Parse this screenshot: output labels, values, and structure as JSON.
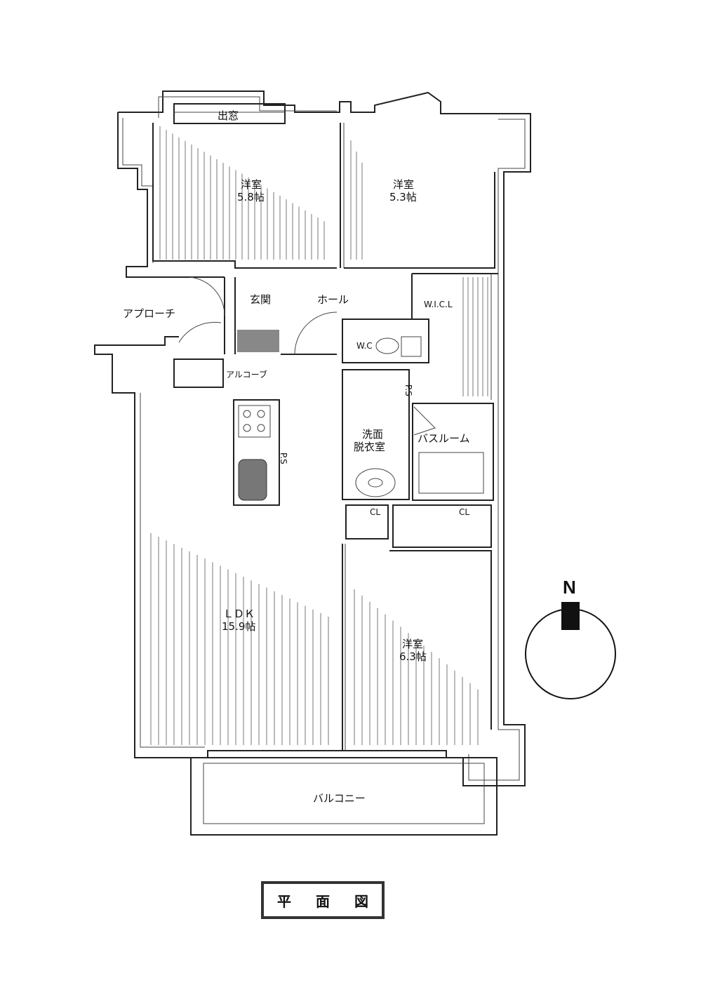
{
  "plan_title": "平 面 図",
  "compass": {
    "label": "N"
  },
  "rooms": {
    "bedroom_nw": {
      "name": "洋室",
      "size": "5.8帖"
    },
    "bedroom_ne": {
      "name": "洋室",
      "size": "5.3帖"
    },
    "bay_window": "出窓",
    "entrance": "玄関",
    "hall": "ホール",
    "approach": "アプローチ",
    "alcove": "アルコーブ",
    "wicl": "W.I.C.L",
    "wc": "W.C",
    "ps1": "P.S",
    "ps2": "P.S",
    "washroom": {
      "line1": "洗面",
      "line2": "脱衣室"
    },
    "bathroom": "バスルーム",
    "cl1": "CL",
    "cl2": "CL",
    "ldk": {
      "name": "ＬＤＫ",
      "size": "15.9帖"
    },
    "bedroom_s": {
      "name": "洋室",
      "size": "6.3帖"
    },
    "balcony": "バルコニー"
  }
}
